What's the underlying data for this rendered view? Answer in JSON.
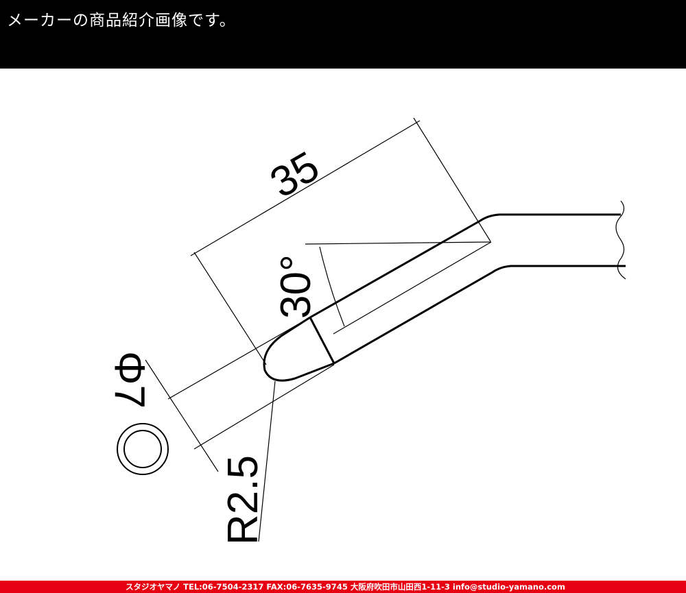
{
  "header": {
    "title": "メーカーの商品紹介画像です。"
  },
  "drawing": {
    "length_label": "35",
    "angle_label": "30°",
    "diameter_label": "Φ7",
    "radius_label": "R2.5",
    "line_color": "#000000"
  },
  "footer": {
    "text": "スタジオヤマノ TEL:06-7504-2317 FAX:06-7635-9745 大阪府吹田市山田西1-11-3 info@studio-yamano.com",
    "color": "#e60012"
  }
}
